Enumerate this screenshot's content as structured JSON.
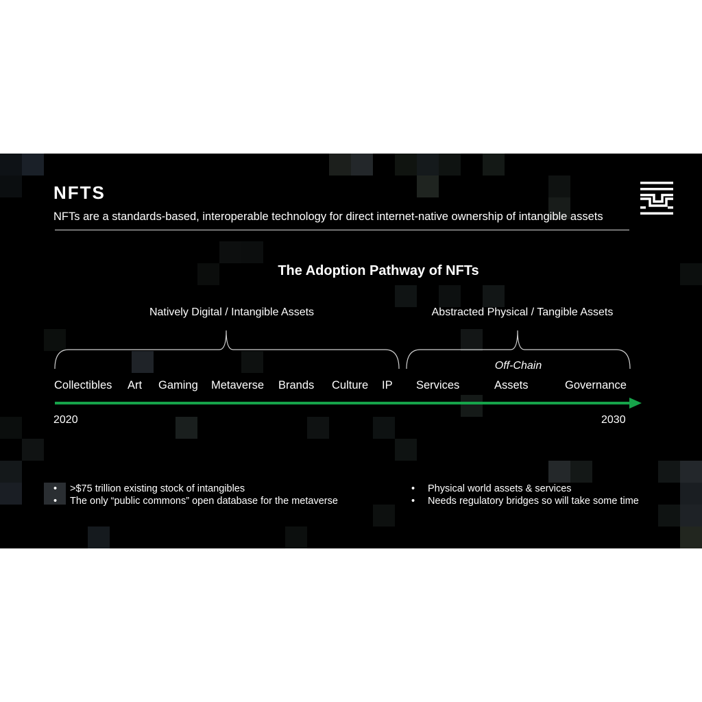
{
  "header": {
    "brand": "NFTS",
    "tagline": "NFTs are a standards-based, interoperable technology for direct internet-native ownership of intangible assets",
    "logo_icon": "maze-glyph-logo-icon"
  },
  "diagram": {
    "title": "The Adoption Pathway of NFTs",
    "groups": {
      "digital": "Natively Digital / Intangible Assets",
      "physical": "Abstracted Physical / Tangible Assets"
    },
    "offchain_label": "Off-Chain",
    "stages": [
      "Collectibles",
      "Art",
      "Gaming",
      "Metaverse",
      "Brands",
      "Culture",
      "IP",
      "Services",
      "Assets",
      "Governance"
    ],
    "start_year": "2020",
    "end_year": "2030",
    "arrow_color": "#16a34a"
  },
  "notes": {
    "left": [
      ">$75 trillion existing stock of intangibles",
      "The only “public commons” open database for the metaverse"
    ],
    "right": [
      "Physical world assets & services",
      "Needs regulatory bridges so will take some time"
    ],
    "bullet": "•"
  }
}
